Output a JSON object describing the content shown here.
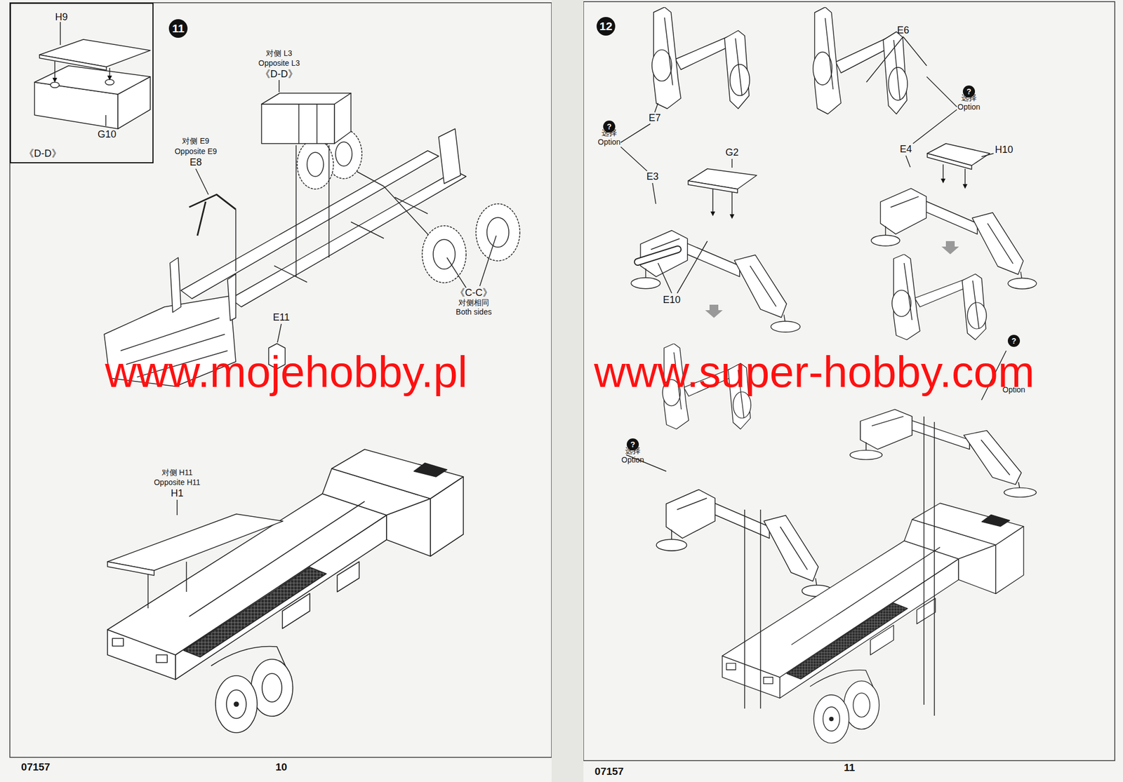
{
  "diagram": {
    "nodes": [
      {
        "text": [
          "H9",
          "G10",
          "《D-D》"
        ]
      },
      {
        "text": [
          "11"
        ]
      },
      {
        "text": [
          "12"
        ]
      },
      {
        "text": [
          "?",
          "选择 Option"
        ]
      },
      {
        "text": [
          "?",
          "选择 Option"
        ]
      },
      {
        "text": [
          "?",
          "Option"
        ]
      },
      {
        "text": [
          "?",
          "选择 Option"
        ]
      }
    ],
    "labels": [
      "对侧 L3",
      "Opposite L3",
      "《D-D》",
      "对侧 E9",
      "Opposite E9",
      "E8",
      "E11",
      "《C-C》",
      "对侧相同",
      "Both sides",
      "www.mojehobby.pl",
      "www.super-hobby.com",
      "对侧 H11",
      "Opposite H11",
      "H1",
      "07157",
      "10",
      "E7",
      "E3",
      "G2",
      "E10",
      "E6",
      "E4",
      "H10",
      "07157",
      "11"
    ]
  }
}
